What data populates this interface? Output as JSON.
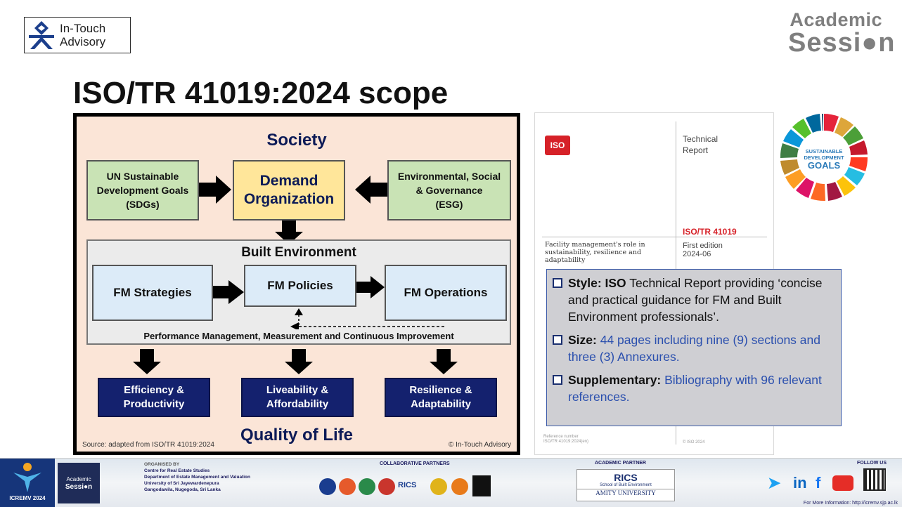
{
  "header": {
    "brand_line1": "In-Touch",
    "brand_line2": "Advisory",
    "academic_line1": "Academic",
    "academic_line2": "Sessi●n",
    "title": "ISO/TR 41019:2024 scope"
  },
  "diagram": {
    "society": "Society",
    "sdg_box": [
      "UN Sustainable",
      "Development Goals",
      "(SDGs)"
    ],
    "demand_box": [
      "Demand",
      "Organization"
    ],
    "esg_box": [
      "Environmental, Social",
      "& Governance",
      "(ESG)"
    ],
    "built_env": "Built Environment",
    "fm_strategies": "FM Strategies",
    "fm_policies": "FM Policies",
    "fm_operations": "FM Operations",
    "performance": "Performance Management, Measurement and Continuous Improvement",
    "outcome1": [
      "Efficiency &",
      "Productivity"
    ],
    "outcome2": [
      "Liveability &",
      "Affordability"
    ],
    "outcome3": [
      "Resilience &",
      "Adaptability"
    ],
    "quality": "Quality of Life",
    "source": "Source: adapted from ISO/TR 41019:2024",
    "copyright": "© In-Touch Advisory"
  },
  "cover": {
    "iso_logo": "ISO",
    "doc_type_1": "Technical",
    "doc_type_2": "Report",
    "doc_number": "ISO/TR 41019",
    "desc_1": "Facility management's role in",
    "desc_2": "sustainability, resilience and",
    "desc_3": "adaptability",
    "edition_1": "First edition",
    "edition_2": "2024-06",
    "ref_1": "Reference number",
    "ref_2": "ISO/TR 41019:2024(en)",
    "copyright": "© ISO 2024"
  },
  "sdg_logo": {
    "line1": "SUSTAINABLE",
    "line2": "DEVELOPMENT",
    "line3": "GOALS"
  },
  "info": {
    "b1_label": "Style: ISO",
    "b1_text": " Technical Report providing ‘concise and practical guidance for FM and Built Environment professionals’.",
    "b2_label": "Size:",
    "b2_text": " 44 pages including nine (9) sections and three (3) Annexures.",
    "b3_label": "Supplementary:",
    "b3_text": " Bibliography with 96 relevant references."
  },
  "footer": {
    "icremv": "ICREMV 2024",
    "session_tag_1": "Academic",
    "session_tag_2": "Sessi●n",
    "organised_by": "ORGANISED BY",
    "org_1": "Centre for Real Estate Studies",
    "org_2": "Department of Estate Management and Valuation",
    "org_3": "University of Sri Jayewardenepura",
    "org_4": "Gangodawila, Nugegoda, Sri Lanka",
    "collab": "COLLABORATIVE PARTNERS",
    "rics_small": "RICS",
    "academic_partner": "ACADEMIC PARTNER",
    "rics": "RICS",
    "rics_sub": "School of Built Environment",
    "amity": "AMITY UNIVERSITY",
    "follow_us": "FOLLOW US",
    "more_info": "For More Information: http://icremv.sjp.ac.lk"
  },
  "colors": {
    "navy": "#14216e",
    "peach": "#fbe5d7",
    "iso_red": "#d62128",
    "accent_blue": "#2a4fae"
  }
}
